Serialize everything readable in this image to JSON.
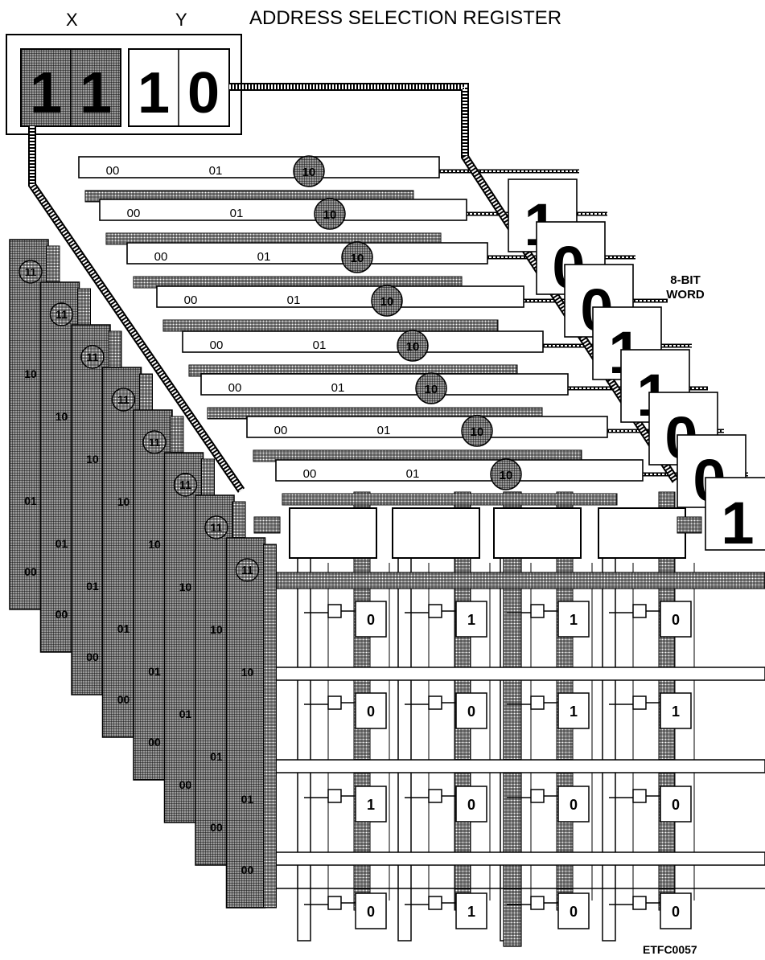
{
  "header": {
    "x_label": "X",
    "y_label": "Y",
    "title": "ADDRESS SELECTION REGISTER"
  },
  "register": {
    "x_bits": [
      "1",
      "1"
    ],
    "y_bits": [
      "1",
      "0"
    ]
  },
  "planes": {
    "row_labels": [
      "00",
      "01",
      "10"
    ],
    "selected_label": "11"
  },
  "word": {
    "label_line1": "8-BIT",
    "label_line2": "WORD",
    "bits": [
      "1",
      "0",
      "0",
      "1",
      "1",
      "0",
      "0",
      "1"
    ]
  },
  "grid": {
    "rows": [
      [
        "0",
        "1",
        "1",
        "0"
      ],
      [
        "0",
        "0",
        "1",
        "1"
      ],
      [
        "1",
        "0",
        "0",
        "0"
      ],
      [
        "0",
        "1",
        "0",
        "0"
      ]
    ]
  },
  "figure_id": "ETFC0057",
  "colors": {
    "ink": "#000000",
    "hatch": "#555555",
    "paper": "#ffffff"
  }
}
